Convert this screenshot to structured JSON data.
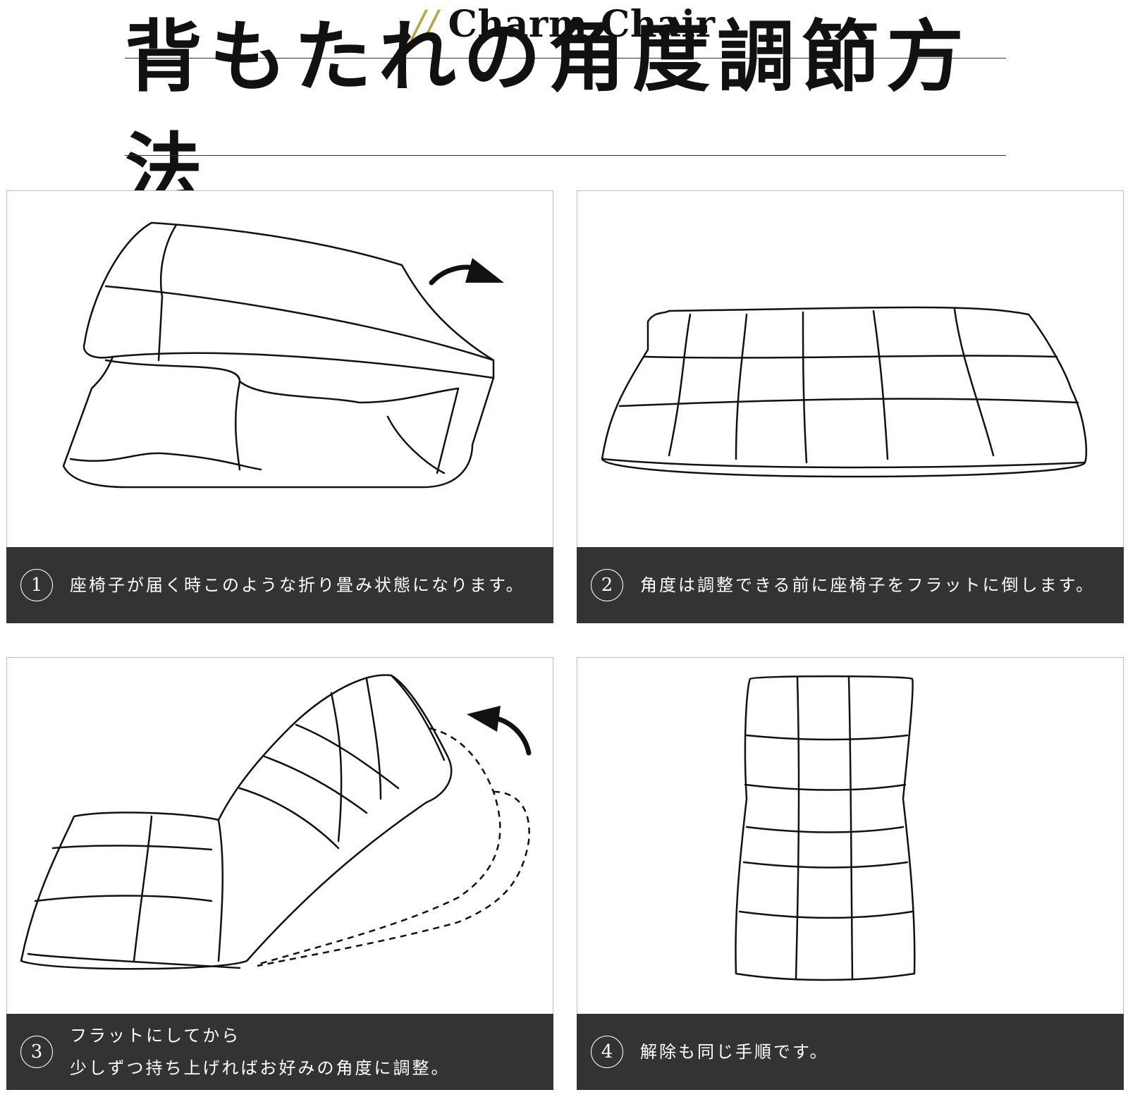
{
  "header": {
    "brand_prefix": "//",
    "brand": "Charm Chair",
    "title": "背もたれの角度調節方法"
  },
  "steps": [
    {
      "number": "1",
      "lines": [
        "座椅子が届く時このような折り畳み状態になります。"
      ]
    },
    {
      "number": "2",
      "lines": [
        "角度は調整できる前に座椅子をフラットに倒します。"
      ]
    },
    {
      "number": "3",
      "lines": [
        "フラットにしてから",
        "少しずつ持ち上げればお好みの角度に調整。"
      ]
    },
    {
      "number": "4",
      "lines": [
        "解除も同じ手順です。"
      ]
    }
  ],
  "icons": [
    "curved-arrow-right-icon",
    "curved-arrow-left-icon"
  ],
  "colors": {
    "caption_bg": "#333333",
    "accent": "#b5a64a",
    "text": "#111111"
  }
}
